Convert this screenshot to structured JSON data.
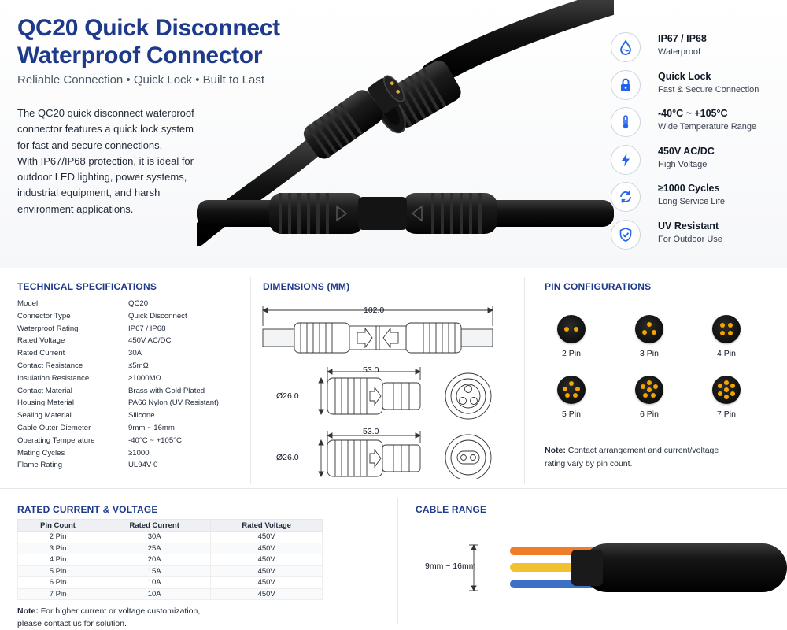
{
  "header": {
    "title_line1": "QC20 Quick Disconnect",
    "title_line2": "Waterproof Connector",
    "tagline": "Reliable Connection • Quick Lock • Built to Last",
    "description_lines": [
      "The QC20 quick disconnect waterproof",
      "connector features a quick lock system",
      "for fast and secure connections.",
      "With IP67/IP68 protection, it is ideal for",
      "outdoor LED lighting, power systems,",
      "industrial equipment, and harsh",
      "environment applications."
    ]
  },
  "features": [
    {
      "icon": "water-drop-icon",
      "title": "IP67 / IP68",
      "subtitle": "Waterproof"
    },
    {
      "icon": "lock-icon",
      "title": "Quick Lock",
      "subtitle": "Fast & Secure Connection"
    },
    {
      "icon": "thermometer-icon",
      "title": "-40°C ~ +105°C",
      "subtitle": "Wide Temperature Range"
    },
    {
      "icon": "lightning-bolt-icon",
      "title": "450V AC/DC",
      "subtitle": "High Voltage"
    },
    {
      "icon": "cycle-arrows-icon",
      "title": "≥1000 Cycles",
      "subtitle": "Long Service Life"
    },
    {
      "icon": "shield-check-icon",
      "title": "UV Resistant",
      "subtitle": "For Outdoor Use"
    }
  ],
  "specs": {
    "heading": "TECHNICAL SPECIFICATIONS",
    "rows": [
      {
        "key": "Model",
        "value": "QC20"
      },
      {
        "key": "Connector Type",
        "value": "Quick Disconnect"
      },
      {
        "key": "Waterproof Rating",
        "value": "IP67 / IP68"
      },
      {
        "key": "Rated Voltage",
        "value": "450V AC/DC"
      },
      {
        "key": "Rated Current",
        "value": "30A"
      },
      {
        "key": "Contact Resistance",
        "value": "≤5mΩ"
      },
      {
        "key": "Insulation Resistance",
        "value": "≥1000MΩ"
      },
      {
        "key": "Contact Material",
        "value": "Brass with Gold Plated"
      },
      {
        "key": "Housing Material",
        "value": "PA66 Nylon (UV Resistant)"
      },
      {
        "key": "Sealing Material",
        "value": "Silicone"
      },
      {
        "key": "Cable Outer Diemeter",
        "value": "9mm ~ 16mm"
      },
      {
        "key": "Operating Temperature",
        "value": "-40°C ~ +105°C"
      },
      {
        "key": "Mating Cycles",
        "value": "≥1000"
      },
      {
        "key": "Flame Rating",
        "value": "UL94V-0"
      }
    ]
  },
  "dimensions": {
    "heading": "DIMENSIONS (MM)",
    "total_length": "102.0",
    "half_length_1": "53.0",
    "diameter_1": "Ø26.0",
    "half_length_2": "53.0",
    "diameter_2": "Ø26.0"
  },
  "pins": {
    "heading": "PIN CONFIGURATIONS",
    "items": [
      {
        "label": "2 Pin",
        "count": 2
      },
      {
        "label": "3 Pin",
        "count": 3
      },
      {
        "label": "4 Pin",
        "count": 4
      },
      {
        "label": "5 Pin",
        "count": 5
      },
      {
        "label": "6 Pin",
        "count": 6
      },
      {
        "label": "7 Pin",
        "count": 7
      }
    ],
    "note_bold": "Note:",
    "note_line1": " Contact arrangement and current/voltage",
    "note_line2": "rating vary by pin count."
  },
  "rated": {
    "heading": "RATED CURRENT & VOLTAGE",
    "columns": [
      "Pin Count",
      "Rated Current",
      "Rated Voltage"
    ],
    "rows": [
      [
        "2 Pin",
        "30A",
        "450V"
      ],
      [
        "3 Pin",
        "25A",
        "450V"
      ],
      [
        "4 Pin",
        "20A",
        "450V"
      ],
      [
        "5 Pin",
        "15A",
        "450V"
      ],
      [
        "6 Pin",
        "10A",
        "450V"
      ],
      [
        "7 Pin",
        "10A",
        "450V"
      ]
    ],
    "note_bold": "Note:",
    "note_line1": " For higher current or voltage customization,",
    "note_line2": "please contact us for solution."
  },
  "cable": {
    "heading": "CABLE RANGE",
    "range_label": "9mm ~ 16mm",
    "wire_colors": [
      "#f07d2a",
      "#f2c12e",
      "#3f6fc4"
    ]
  },
  "colors": {
    "brand": "#1e3a8a",
    "accent": "#2563eb",
    "pin_gold": "#f0a500"
  }
}
